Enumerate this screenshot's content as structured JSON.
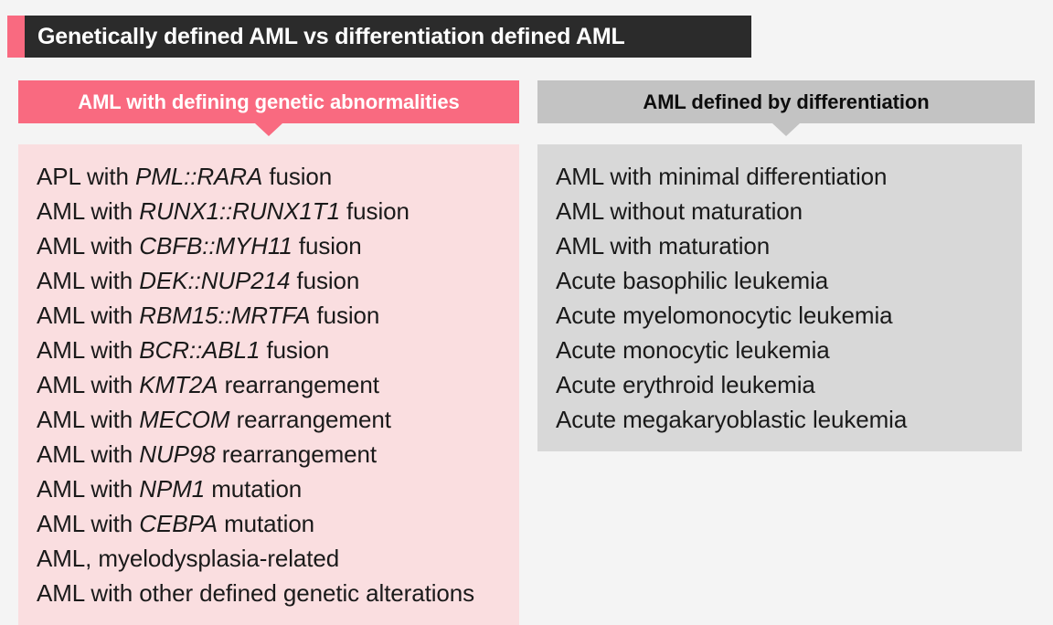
{
  "title": {
    "text": "Genetically defined AML vs differentiation defined AML",
    "accent_color": "#f96a80",
    "bar_color": "#2b2b2b"
  },
  "columns": {
    "left": {
      "header": "AML with defining genetic abnormalities",
      "header_color": "#f96a80",
      "panel_color": "#fadee0",
      "items": [
        {
          "prefix": "APL with ",
          "gene": "PML::RARA",
          "suffix": " fusion"
        },
        {
          "prefix": "AML with ",
          "gene": "RUNX1::RUNX1T1",
          "suffix": " fusion"
        },
        {
          "prefix": "AML with ",
          "gene": "CBFB::MYH11",
          "suffix": " fusion"
        },
        {
          "prefix": "AML with ",
          "gene": "DEK::NUP214",
          "suffix": " fusion"
        },
        {
          "prefix": "AML with ",
          "gene": "RBM15::MRTFA",
          "suffix": " fusion"
        },
        {
          "prefix": "AML with ",
          "gene": "BCR::ABL1",
          "suffix": " fusion"
        },
        {
          "prefix": "AML with ",
          "gene": "KMT2A",
          "suffix": " rearrangement"
        },
        {
          "prefix": "AML with ",
          "gene": "MECOM",
          "suffix": " rearrangement"
        },
        {
          "prefix": "AML with ",
          "gene": "NUP98",
          "suffix": " rearrangement"
        },
        {
          "prefix": "AML with ",
          "gene": "NPM1",
          "suffix": " mutation"
        },
        {
          "prefix": "AML with ",
          "gene": "CEBPA",
          "suffix": " mutation"
        },
        {
          "prefix": "AML, myelodysplasia-related",
          "gene": "",
          "suffix": ""
        },
        {
          "prefix": "AML with other defined genetic alterations",
          "gene": "",
          "suffix": ""
        }
      ]
    },
    "right": {
      "header": "AML defined by differentiation",
      "header_color": "#c3c3c3",
      "panel_color": "#d8d8d8",
      "items": [
        {
          "prefix": "AML with minimal differentiation",
          "gene": "",
          "suffix": ""
        },
        {
          "prefix": "AML without maturation",
          "gene": "",
          "suffix": ""
        },
        {
          "prefix": "AML with maturation",
          "gene": "",
          "suffix": ""
        },
        {
          "prefix": "Acute basophilic leukemia",
          "gene": "",
          "suffix": ""
        },
        {
          "prefix": "Acute myelomonocytic leukemia",
          "gene": "",
          "suffix": ""
        },
        {
          "prefix": "Acute monocytic leukemia",
          "gene": "",
          "suffix": ""
        },
        {
          "prefix": "Acute erythroid leukemia",
          "gene": "",
          "suffix": ""
        },
        {
          "prefix": "Acute megakaryoblastic leukemia",
          "gene": "",
          "suffix": ""
        }
      ]
    }
  }
}
